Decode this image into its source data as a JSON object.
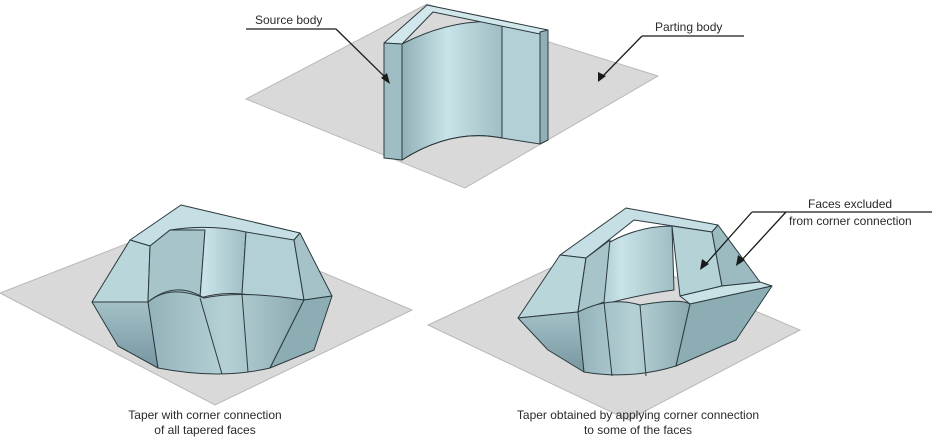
{
  "labels": {
    "source_body": "Source body",
    "parting_body": "Parting body",
    "faces_excluded_line1": "Faces excluded",
    "faces_excluded_line2": "from corner connection"
  },
  "captions": {
    "left_line1": "Taper with corner connection",
    "left_line2": "of all tapered faces",
    "right_line1": "Taper obtained by applying corner connection",
    "right_line2": "to some of the faces"
  },
  "colors": {
    "body_light": "#c2dde2",
    "body_mid": "#a9c7cd",
    "body_dark": "#7f9ea5",
    "plane": "#d9d9d9"
  }
}
